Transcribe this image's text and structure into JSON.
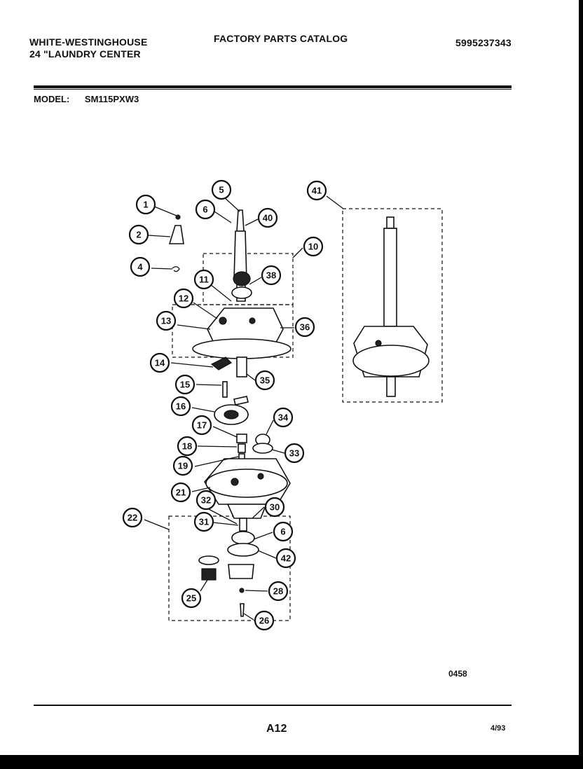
{
  "header": {
    "brand_line1": "WHITE-WESTINGHOUSE",
    "brand_line2": "24 \"LAUNDRY CENTER",
    "catalog_title": "FACTORY PARTS CATALOG",
    "catalog_number": "5995237343"
  },
  "model": {
    "label": "MODEL:",
    "value": "SM115PXW3"
  },
  "footer": {
    "diagram_code": "0458",
    "page_number": "A12",
    "revision_date": "4/93"
  },
  "callouts": [
    "1",
    "2",
    "4",
    "5",
    "6",
    "40",
    "10",
    "11",
    "38",
    "12",
    "13",
    "36",
    "14",
    "35",
    "15",
    "16",
    "17",
    "34",
    "18",
    "33",
    "19",
    "21",
    "32",
    "30",
    "22",
    "31",
    "6",
    "42",
    "25",
    "28",
    "26",
    "41"
  ]
}
